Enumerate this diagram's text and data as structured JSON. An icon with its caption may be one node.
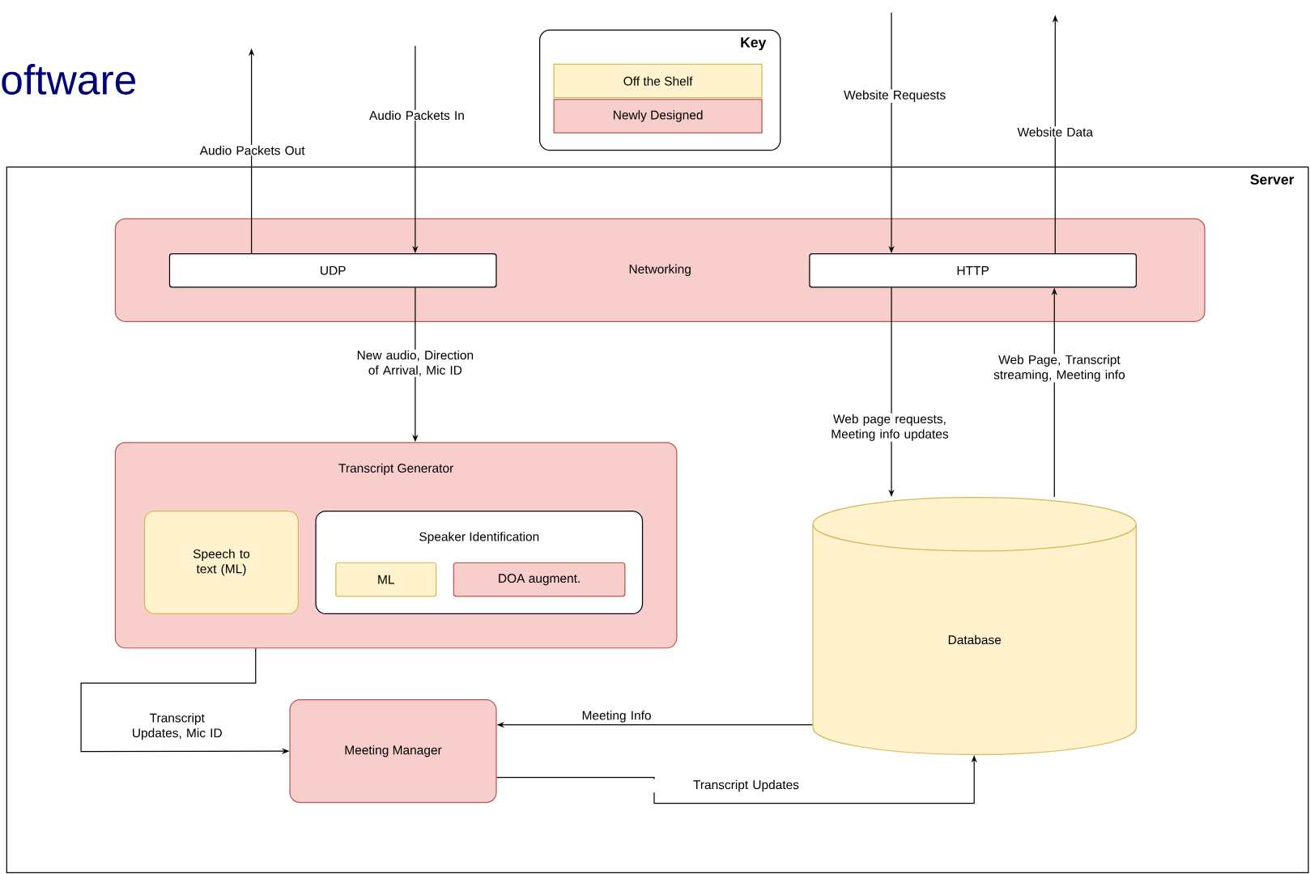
{
  "diagram": {
    "title": "oftware",
    "nodes": [
      {
        "text": [
          "Server"
        ]
      },
      {
        "text": [
          "Networking"
        ],
        "in": 0
      },
      {
        "text": [
          "UDP"
        ],
        "in": 1
      },
      {
        "text": [
          "HTTP"
        ],
        "in": 1
      },
      {
        "text": [
          "Transcript Generator"
        ],
        "in": 0
      },
      {
        "text": [
          "Speech to text (ML)"
        ],
        "in": 4
      },
      {
        "text": [
          "Speaker Identification"
        ],
        "in": 4
      },
      {
        "text": [
          "ML"
        ],
        "in": 6
      },
      {
        "text": [
          "DOA augment."
        ],
        "in": 6
      },
      {
        "text": [
          "Meeting Manager"
        ],
        "in": 0
      },
      {
        "text": [
          "Database"
        ],
        "in": 0
      },
      {
        "text": [
          "Key"
        ]
      }
    ],
    "edges": [
      {
        "from": 2,
        "to": null,
        "arrow": "to",
        "label": "Audio Packets Out"
      },
      {
        "from": null,
        "to": 2,
        "arrow": "to",
        "label": "Audio Packets In"
      },
      {
        "from": null,
        "to": 3,
        "arrow": "to",
        "label": "Website Requests"
      },
      {
        "from": 3,
        "to": null,
        "arrow": "to",
        "label": "Website Data"
      },
      {
        "from": 2,
        "to": 4,
        "arrow": "to",
        "label": "New audio, Direction of Arrival, Mic ID"
      },
      {
        "from": 3,
        "to": 10,
        "arrow": "to",
        "label": "Web page requests, Meeting info updates"
      },
      {
        "from": 10,
        "to": 3,
        "arrow": "to",
        "label": "Web Page, Transcript streaming, Meeting info"
      },
      {
        "from": 4,
        "to": 9,
        "arrow": "to",
        "label": "Transcript Updates, Mic ID"
      },
      {
        "from": 10,
        "to": 9,
        "arrow": "to",
        "label": "Meeting Info"
      },
      {
        "from": 9,
        "to": 10,
        "arrow": "to",
        "label": "Transcript Updates"
      }
    ],
    "legend": [
      {
        "text": "Off the Shelf",
        "color": "#fff2cc"
      },
      {
        "text": "Newly Designed",
        "color": "#f8cecc"
      }
    ]
  }
}
